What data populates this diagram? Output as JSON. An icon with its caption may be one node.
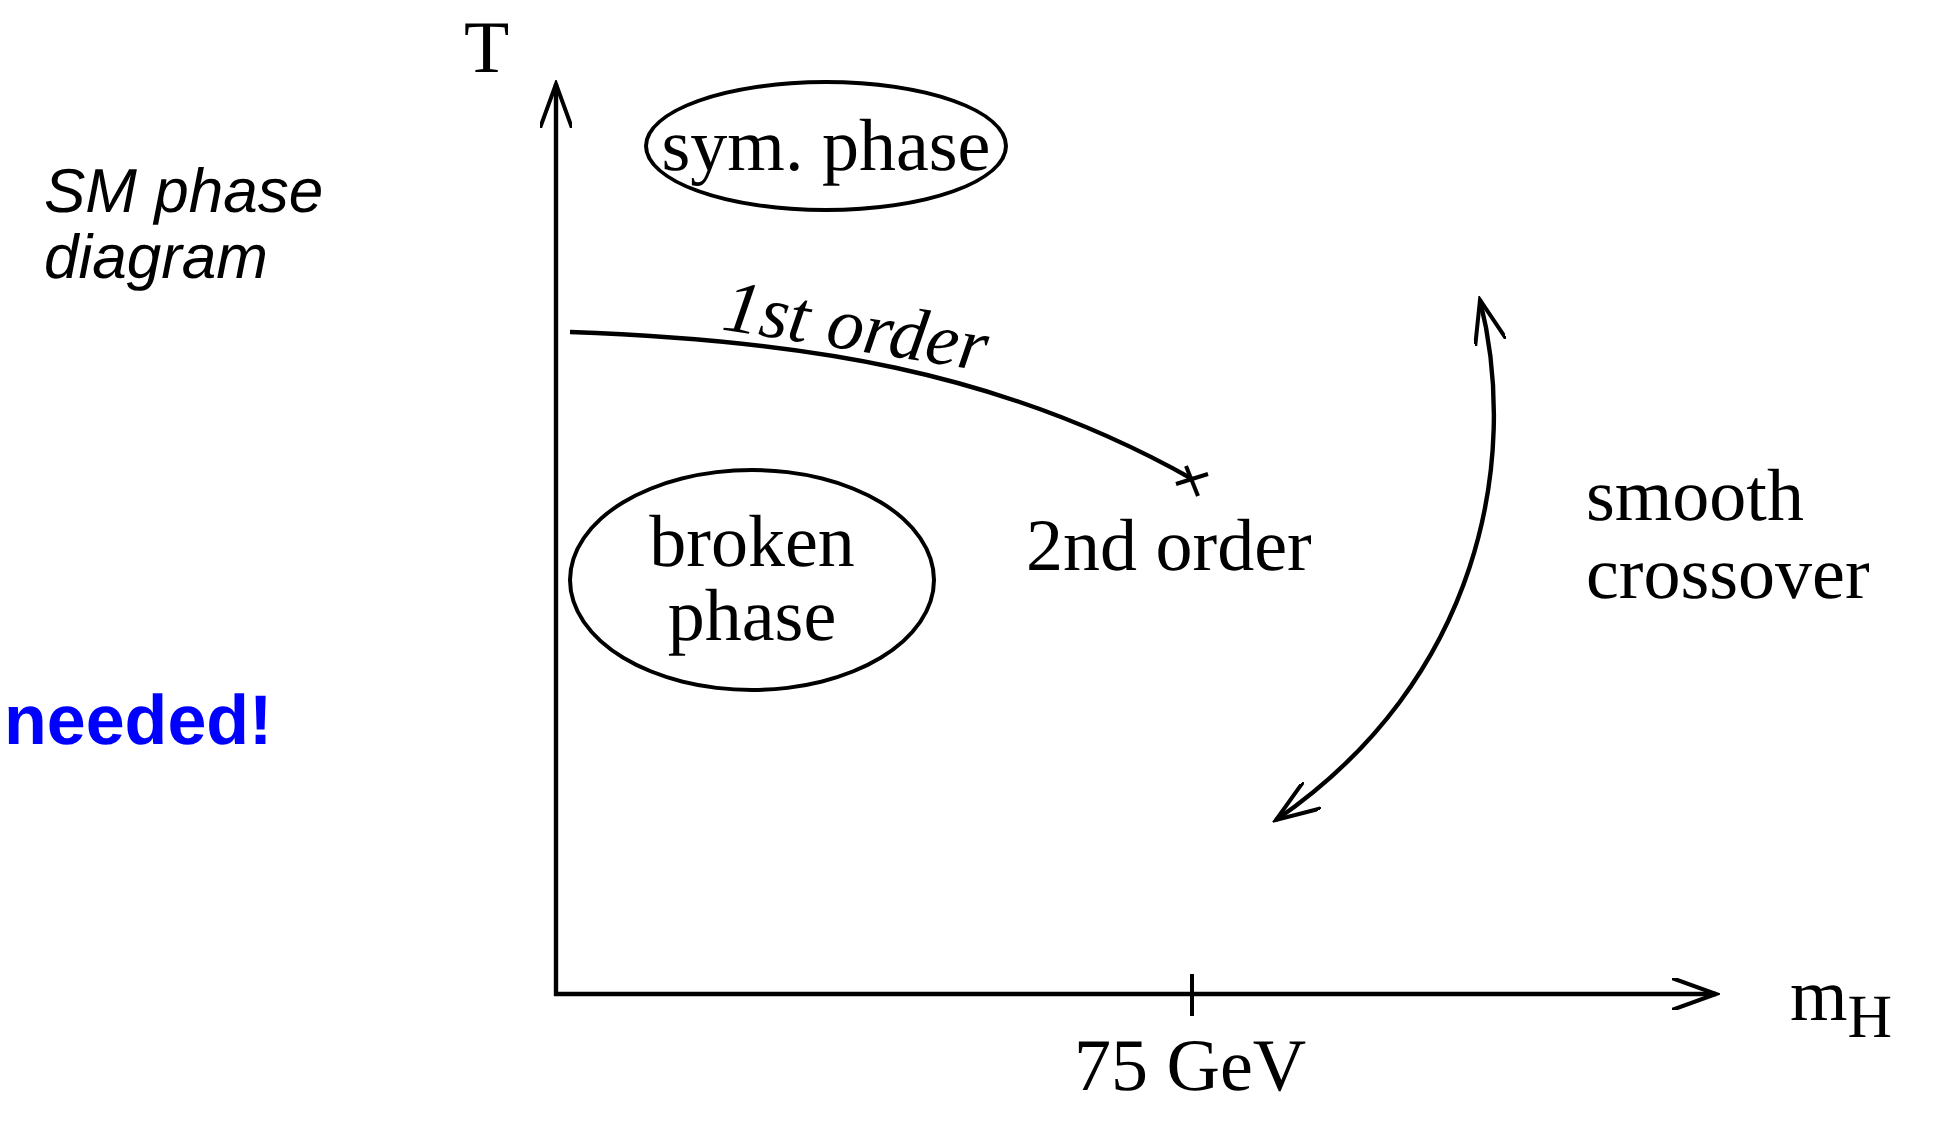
{
  "diagram": {
    "nodes": [
      {
        "text": [
          "sym. phase"
        ]
      },
      {
        "text": [
          "broken phase"
        ]
      }
    ],
    "labels": [
      "T",
      "SM phase diagram",
      "1st order",
      "2nd order",
      "smooth crossover",
      "needed!",
      "m$_{H}$",
      "75 GeV"
    ]
  }
}
